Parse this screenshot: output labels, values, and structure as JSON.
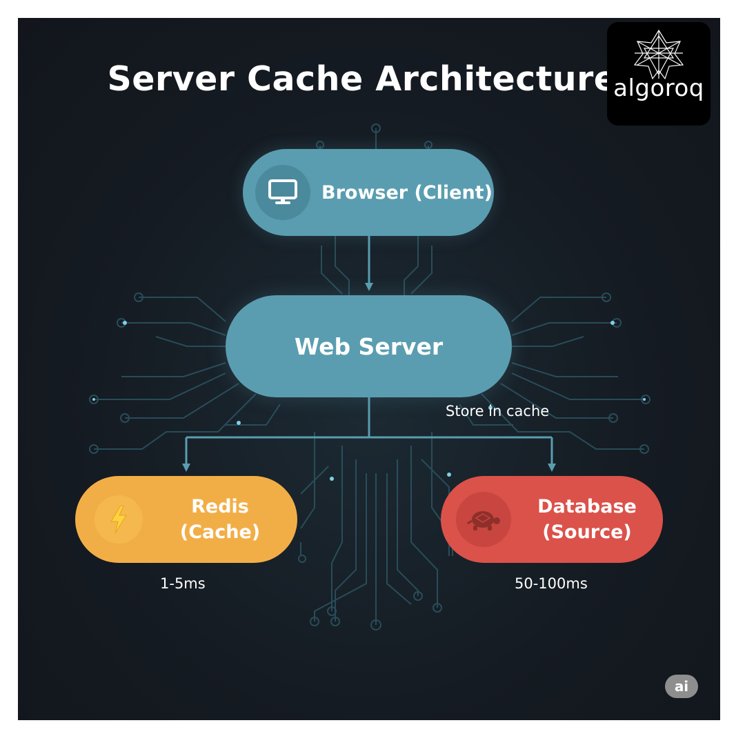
{
  "title": "Server Cache Architecture",
  "logo": {
    "text": "algoroq"
  },
  "nodes": {
    "browser": {
      "label": "Browser (Client)",
      "icon": "monitor-icon"
    },
    "web_server": {
      "label": "Web Server"
    },
    "redis": {
      "line1": "Redis",
      "line2": "(Cache)",
      "icon": "lightning-icon",
      "latency": "1-5ms"
    },
    "database": {
      "line1": "Database",
      "line2": "(Source)",
      "icon": "turtle-icon",
      "latency": "50-100ms"
    }
  },
  "edge_label": "Store in cache",
  "badge": "ai",
  "colors": {
    "background": "#151b22",
    "teal": "#5a9db0",
    "redis": "#f2ae46",
    "database": "#db524a",
    "circuit": "#3a6f80"
  }
}
